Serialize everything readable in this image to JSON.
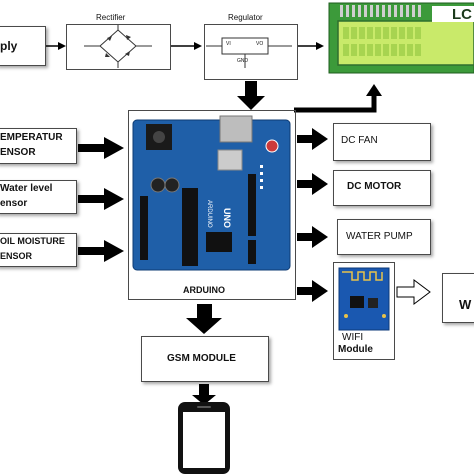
{
  "power": {
    "supply": "ply"
  },
  "rectifier": {
    "title": "Rectifier"
  },
  "regulator": {
    "title": "Regulator",
    "pin_vi": "VI",
    "pin_vo": "VO",
    "pin_gnd": "GND"
  },
  "lcd": {
    "title": "LC"
  },
  "sensors": [
    {
      "line1": "EMPERATUR",
      "line2": "ENSOR"
    },
    {
      "line1": "Water level",
      "line2": "ensor"
    },
    {
      "line1": "OIL MOISTURE",
      "line2": "ENSOR"
    }
  ],
  "arduino": {
    "label": "ARDUINO",
    "board_text": "UNO",
    "board_brand": "ARDUINO"
  },
  "outputs": {
    "dc_fan": "DC FAN",
    "dc_motor": "DC MOTOR",
    "water_pump": "WATER PUMP"
  },
  "wifi": {
    "line1": "WIFI",
    "line2": "Module"
  },
  "right_box": {
    "label": "W"
  },
  "gsm": {
    "label": "GSM MODULE"
  },
  "colors": {
    "board": "#1f5fa8",
    "lcd_body": "#3c9a3a",
    "lcd_screen": "#c9ea6a",
    "arrow": "#000000"
  }
}
